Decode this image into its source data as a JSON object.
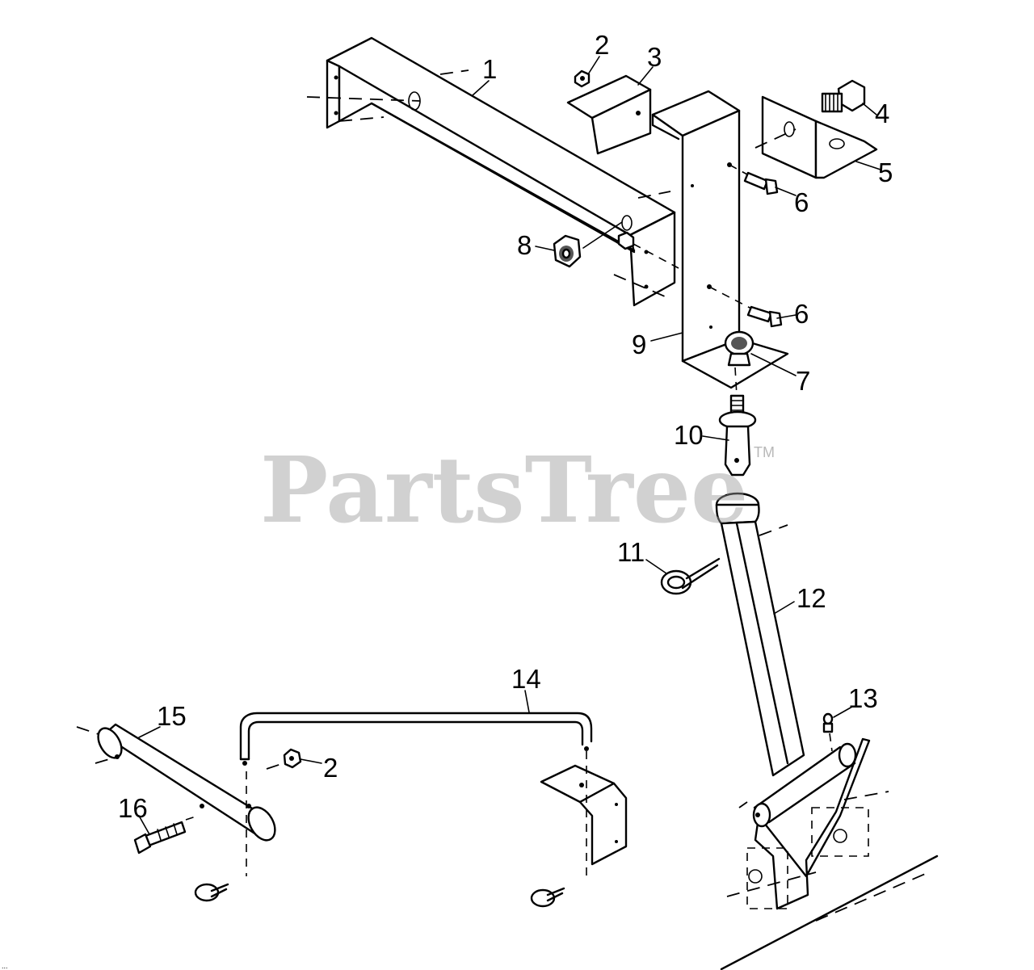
{
  "watermark": {
    "text": "PartsTree",
    "tm": "TM"
  },
  "callouts": [
    {
      "id": "1",
      "text": "1",
      "part": "frame-bracket"
    },
    {
      "id": "2a",
      "text": "2",
      "part": "upper-nut"
    },
    {
      "id": "3",
      "text": "3",
      "part": "angle-bracket"
    },
    {
      "id": "4",
      "text": "4",
      "part": "bolt"
    },
    {
      "id": "5",
      "text": "5",
      "part": "mounting-plate"
    },
    {
      "id": "6a",
      "text": "6",
      "part": "upper-screw"
    },
    {
      "id": "8",
      "text": "8",
      "part": "lock-nut"
    },
    {
      "id": "6b",
      "text": "6",
      "part": "lower-screw"
    },
    {
      "id": "9",
      "text": "9",
      "part": "support-bracket"
    },
    {
      "id": "7",
      "text": "7",
      "part": "grease-nut"
    },
    {
      "id": "10",
      "text": "10",
      "part": "pivot-pin"
    },
    {
      "id": "11",
      "text": "11",
      "part": "hair-pin"
    },
    {
      "id": "12",
      "text": "12",
      "part": "tube"
    },
    {
      "id": "14",
      "text": "14",
      "part": "rod"
    },
    {
      "id": "13",
      "text": "13",
      "part": "grease-fitting"
    },
    {
      "id": "15",
      "text": "15",
      "part": "pivot-tube"
    },
    {
      "id": "2b",
      "text": "2",
      "part": "lower-nut"
    },
    {
      "id": "16",
      "text": "16",
      "part": "clevis-pin"
    }
  ],
  "corner_mark": "..."
}
